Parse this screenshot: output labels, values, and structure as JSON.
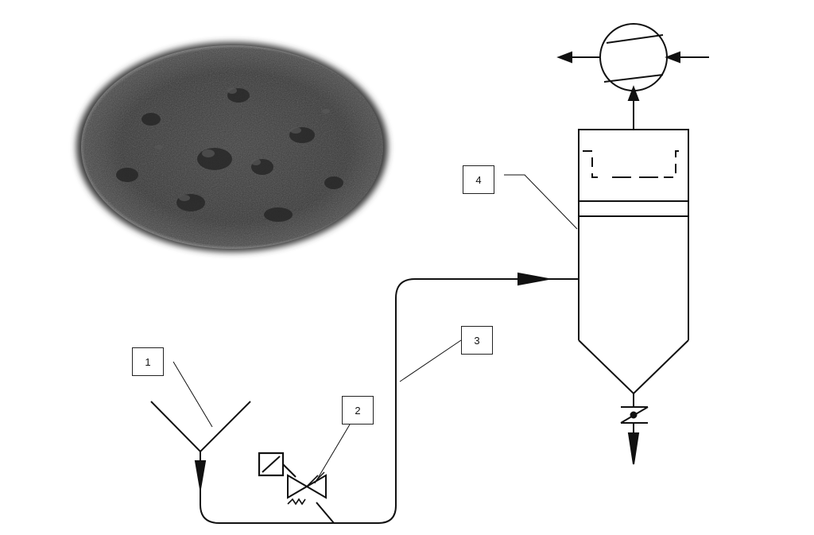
{
  "labels": {
    "one": "1",
    "two": "2",
    "three": "3",
    "four": "4"
  },
  "colors": {
    "line": "#111111",
    "powder_dark": "#2e2e2e",
    "powder_mid": "#454545"
  },
  "icons": {
    "photo": "powder-photo",
    "hopper": "feed-hopper-icon",
    "valve": "pressure-regulating-valve-icon",
    "fan": "exhaust-fan-icon",
    "rotary_valve": "discharge-valve-icon"
  }
}
